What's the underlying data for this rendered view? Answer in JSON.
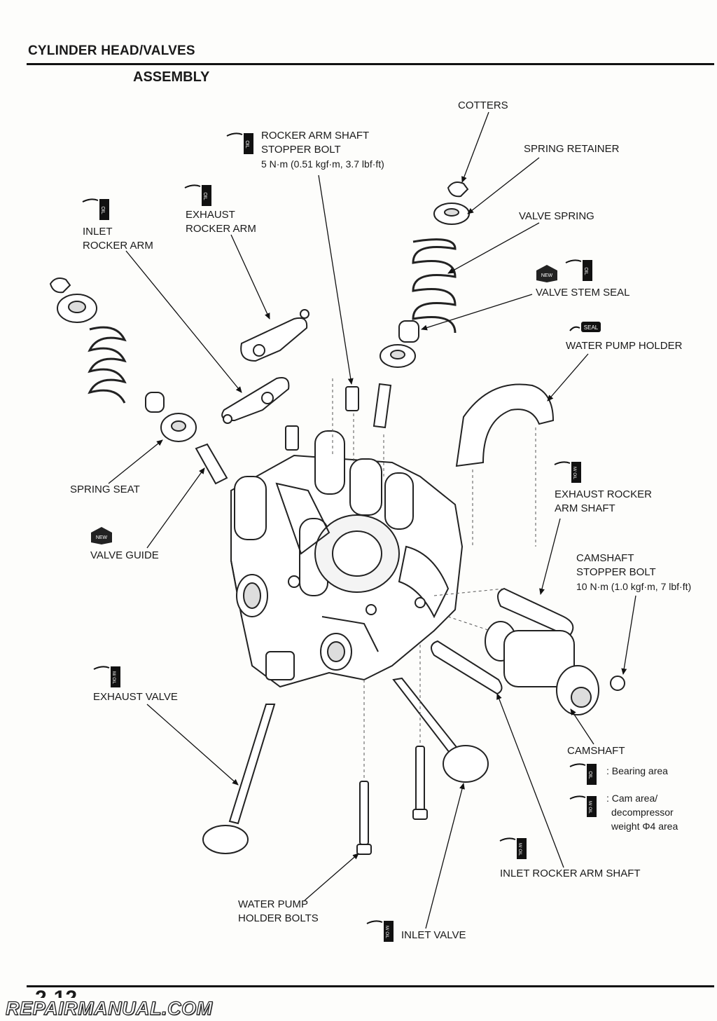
{
  "header": {
    "section_title": "CYLINDER HEAD/VALVES",
    "subtitle": "ASSEMBLY"
  },
  "callouts": {
    "cotters": "COTTERS",
    "spring_retainer": "SPRING RETAINER",
    "valve_spring": "VALVE SPRING",
    "valve_stem_seal": "VALVE STEM SEAL",
    "water_pump_holder": "WATER PUMP HOLDER",
    "rocker_arm_shaft_stopper_bolt": {
      "line1": "ROCKER ARM SHAFT",
      "line2": "STOPPER BOLT",
      "torque": "5 N·m (0.51 kgf·m, 3.7 lbf·ft)"
    },
    "exhaust_rocker_arm": {
      "line1": "EXHAUST",
      "line2": "ROCKER ARM"
    },
    "inlet_rocker_arm": {
      "line1": "INLET",
      "line2": "ROCKER ARM"
    },
    "spring_seat": "SPRING SEAT",
    "valve_guide": "VALVE GUIDE",
    "exhaust_rocker_arm_shaft": {
      "line1": "EXHAUST ROCKER",
      "line2": "ARM SHAFT"
    },
    "camshaft_stopper_bolt": {
      "line1": "CAMSHAFT",
      "line2": "STOPPER BOLT",
      "torque": "10 N·m (1.0 kgf·m, 7 lbf·ft)"
    },
    "exhaust_valve": "EXHAUST VALVE",
    "camshaft": "CAMSHAFT",
    "camshaft_bearing": ": Bearing area",
    "camshaft_cam": {
      "line1": ": Cam area/",
      "line2": "decompressor",
      "line3": "weight Φ4 area"
    },
    "inlet_rocker_arm_shaft": "INLET ROCKER ARM SHAFT",
    "water_pump_holder_bolts": {
      "line1": "WATER PUMP",
      "line2": "HOLDER BOLTS"
    },
    "inlet_valve": "INLET VALVE"
  },
  "symbols": {
    "oil_tag": "OIL",
    "moly_tag": "M/ OIL",
    "new_tag": "NEW",
    "sealant_tag": "SEAL"
  },
  "footer": {
    "page_number": "2-12",
    "watermark": "REPAIRMANUAL.COM"
  }
}
